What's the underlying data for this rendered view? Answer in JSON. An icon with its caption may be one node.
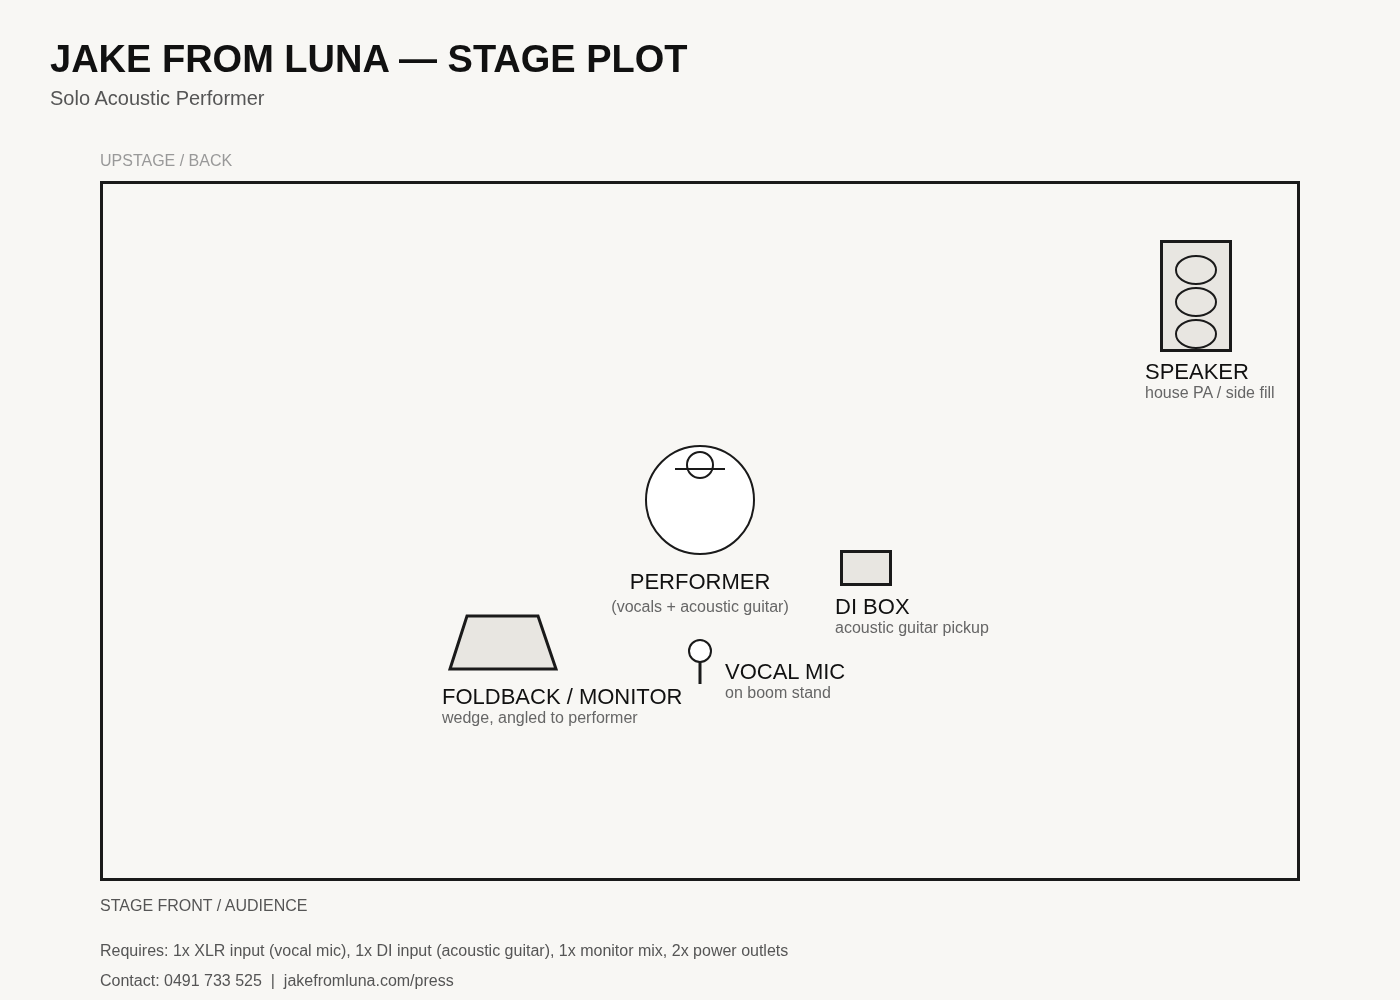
{
  "diagram": {
    "title": "JAKE FROM LUNA — STAGE PLOT",
    "nodes": [
      {
        "text": [
          "SPEAKER",
          "house PA / side fill"
        ]
      },
      {
        "text": [
          "PERFORMER",
          "(vocals + acoustic guitar)"
        ]
      },
      {
        "text": [
          "DI BOX",
          "acoustic guitar pickup"
        ]
      },
      {
        "text": [
          "FOLDBACK / MONITOR",
          "wedge, angled to performer"
        ]
      },
      {
        "text": [
          "VOCAL MIC",
          "on boom stand"
        ]
      }
    ],
    "labels": [
      "Solo Acoustic Performer",
      "UPSTAGE / BACK",
      "STAGE FRONT / AUDIENCE",
      "Requires: 1x XLR input (vocal mic), 1x DI input (acoustic guitar), 1x monitor mix, 2x power outlets",
      "Contact: 0491 733 525  |  jakefromluna.com/press"
    ]
  }
}
